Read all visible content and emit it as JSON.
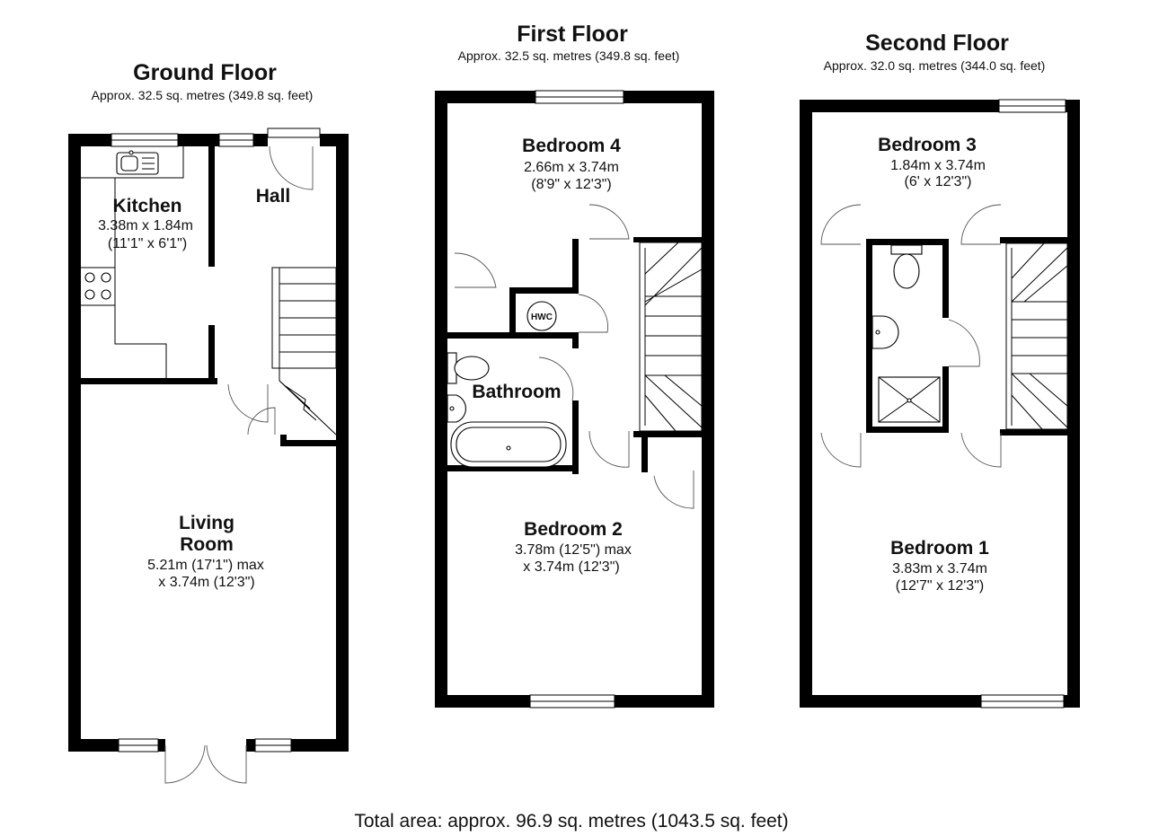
{
  "floors": {
    "ground": {
      "title": "Ground Floor",
      "area": "Approx. 32.5 sq. metres (349.8 sq. feet)",
      "rooms": {
        "kitchen": {
          "name": "Kitchen",
          "dims": [
            "3.38m x 1.84m",
            "(11'1\" x 6'1\")"
          ]
        },
        "hall": {
          "name": "Hall"
        },
        "living": {
          "name": [
            "Living",
            "Room"
          ],
          "dims": [
            "5.21m (17'1\") max",
            "x 3.74m (12'3\")"
          ]
        }
      }
    },
    "first": {
      "title": "First Floor",
      "area": "Approx. 32.5 sq. metres (349.8 sq. feet)",
      "rooms": {
        "bedroom4": {
          "name": "Bedroom 4",
          "dims": [
            "2.66m x 3.74m",
            "(8'9\" x 12'3\")"
          ]
        },
        "bathroom": {
          "name": "Bathroom"
        },
        "hwc": {
          "name": "HWC"
        },
        "bedroom2": {
          "name": "Bedroom 2",
          "dims": [
            "3.78m (12'5\") max",
            "x 3.74m (12'3\")"
          ]
        }
      }
    },
    "second": {
      "title": "Second Floor",
      "area": "Approx. 32.0 sq. metres (344.0 sq. feet)",
      "rooms": {
        "bedroom3": {
          "name": "Bedroom 3",
          "dims": [
            "1.84m x 3.74m",
            "(6' x 12'3\")"
          ]
        },
        "bedroom1": {
          "name": "Bedroom 1",
          "dims": [
            "3.83m x 3.74m",
            "(12'7\" x 12'3\")"
          ]
        }
      }
    }
  },
  "total": "Total area: approx. 96.9 sq. metres (1043.5 sq. feet)"
}
